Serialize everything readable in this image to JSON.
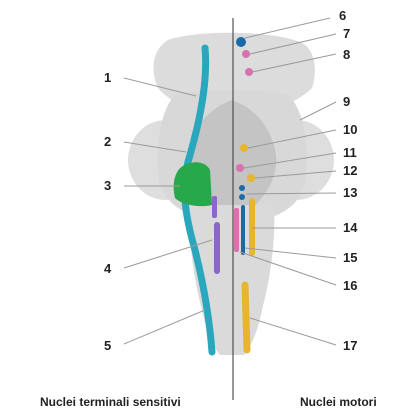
{
  "diagram": {
    "labels_left": [
      "1",
      "2",
      "3",
      "4",
      "5"
    ],
    "labels_right": [
      "6",
      "7",
      "8",
      "9",
      "10",
      "11",
      "12",
      "13",
      "14",
      "15",
      "16",
      "17"
    ],
    "caption_left": "Nuclei terminali sensitivi",
    "caption_right": "Nuclei motori"
  },
  "colors": {
    "brainstem": "#dcdcdc",
    "brainstem_shadow": "#bfbfbf",
    "teal": "#2aa7bd",
    "green": "#27a84a",
    "purple": "#8c66c8",
    "pink": "#d872ae",
    "yellow": "#e7b52e",
    "blue": "#1a6aa8",
    "leader": "#9a9a9a",
    "midline": "#333333"
  }
}
